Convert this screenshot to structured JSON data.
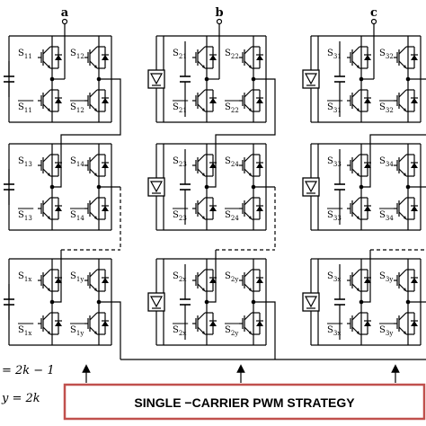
{
  "phases": [
    {
      "id": "a",
      "label": "a",
      "cells": [
        {
          "tl": "S",
          "tls": "11",
          "tr": "S",
          "trs": "12",
          "bl": "S",
          "bls": "11",
          "br": "S",
          "brs": "12"
        },
        {
          "tl": "S",
          "tls": "13",
          "tr": "S",
          "trs": "14",
          "bl": "S",
          "bls": "13",
          "br": "S",
          "brs": "14"
        },
        {
          "tl": "S",
          "tls": "1x",
          "tr": "S",
          "trs": "1y",
          "bl": "S",
          "bls": "1x",
          "br": "S",
          "brs": "1y"
        }
      ]
    },
    {
      "id": "b",
      "label": "b",
      "cells": [
        {
          "tl": "S",
          "tls": "21",
          "tr": "S",
          "trs": "22",
          "bl": "S",
          "bls": "21",
          "br": "S",
          "brs": "22"
        },
        {
          "tl": "S",
          "tls": "23",
          "tr": "S",
          "trs": "24",
          "bl": "S",
          "bls": "23",
          "br": "S",
          "brs": "24"
        },
        {
          "tl": "S",
          "tls": "2x",
          "tr": "S",
          "trs": "2y",
          "bl": "S",
          "bls": "2x",
          "br": "S",
          "brs": "2y"
        }
      ]
    },
    {
      "id": "c",
      "label": "c",
      "cells": [
        {
          "tl": "S",
          "tls": "31",
          "tr": "S",
          "trs": "32",
          "bl": "S",
          "bls": "31",
          "br": "S",
          "brs": "32"
        },
        {
          "tl": "S",
          "tls": "33",
          "tr": "S",
          "trs": "34",
          "bl": "S",
          "bls": "33",
          "br": "S",
          "brs": "34"
        },
        {
          "tl": "S",
          "tls": "3x",
          "tr": "S",
          "trs": "3y",
          "bl": "S",
          "bls": "3x",
          "br": "S",
          "brs": "3y"
        }
      ]
    }
  ],
  "equations": {
    "x": "= 2k − 1",
    "y": "y = 2k"
  },
  "pwm": {
    "label": "SINGLE −CARRIER PWM STRATEGY",
    "border_color": "#c0504d"
  }
}
